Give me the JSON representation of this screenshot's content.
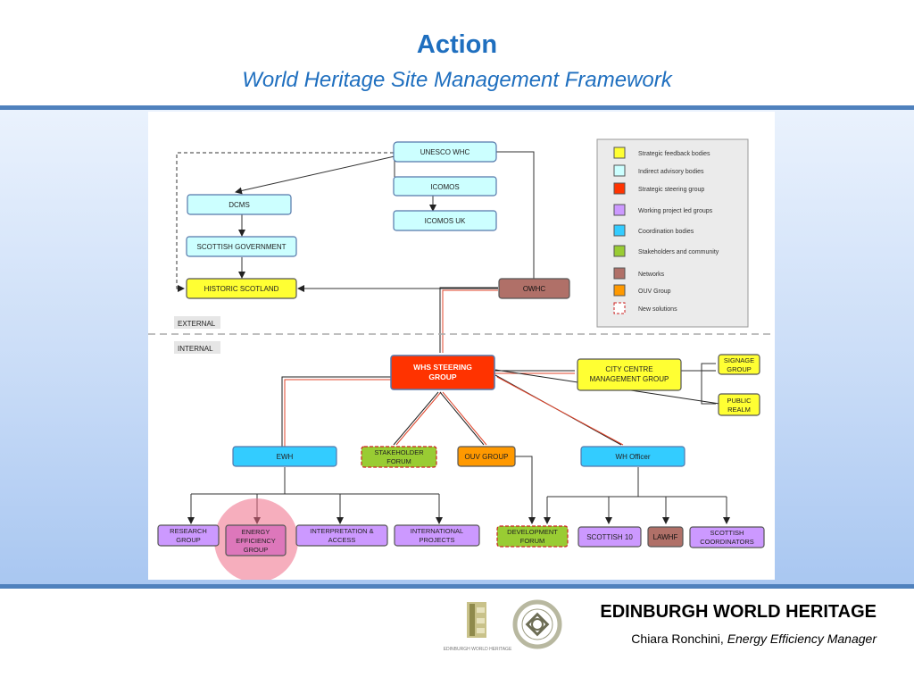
{
  "header": {
    "title": "Action",
    "subtitle": "World Heritage Site Management Framework"
  },
  "diagram": {
    "boundary_labels": {
      "external": "EXTERNAL",
      "internal": "INTERNAL"
    },
    "nodes": {
      "unesco": {
        "label": "UNESCO WHC",
        "category": "indirect-advisory"
      },
      "icomos": {
        "label": "ICOMOS",
        "category": "indirect-advisory"
      },
      "icomos_uk": {
        "label": "ICOMOS UK",
        "category": "indirect-advisory"
      },
      "dcms": {
        "label": "DCMS",
        "category": "indirect-advisory"
      },
      "scot_gov": {
        "label": "SCOTTISH GOVERNMENT",
        "category": "indirect-advisory"
      },
      "historic_scotland": {
        "label": "HISTORIC SCOTLAND",
        "category": "strategic-feedback"
      },
      "owhc": {
        "label": "OWHC",
        "category": "networks"
      },
      "steering": {
        "label_lines": [
          "WHS STEERING",
          "GROUP"
        ],
        "category": "strategic-steering"
      },
      "city_centre": {
        "label_lines": [
          "CITY CENTRE",
          "MANAGEMENT GROUP"
        ],
        "category": "strategic-feedback"
      },
      "signage": {
        "label_lines": [
          "SIGNAGE",
          "GROUP"
        ],
        "category": "strategic-feedback"
      },
      "public_realm": {
        "label_lines": [
          "PUBLIC",
          "REALM"
        ],
        "category": "strategic-feedback"
      },
      "ewh": {
        "label": "EWH",
        "category": "coordination"
      },
      "stakeholder_forum": {
        "label_lines": [
          "STAKEHOLDER",
          "FORUM"
        ],
        "category": "stakeholders"
      },
      "ouv_group": {
        "label": "OUV GROUP",
        "category": "ouv"
      },
      "wh_officer": {
        "label": "WH Officer",
        "category": "coordination"
      },
      "research": {
        "label_lines": [
          "RESEARCH",
          "GROUP"
        ],
        "category": "working-project"
      },
      "energy": {
        "label_lines": [
          "ENERGY",
          "EFFICIENCY",
          "GROUP"
        ],
        "category": "working-project"
      },
      "interpretation": {
        "label_lines": [
          "INTERPRETATION &",
          "ACCESS"
        ],
        "category": "working-project"
      },
      "international": {
        "label_lines": [
          "INTERNATIONAL",
          "PROJECTS"
        ],
        "category": "working-project"
      },
      "development_forum": {
        "label_lines": [
          "DEVELOPMENT",
          "FORUM"
        ],
        "category": "stakeholders"
      },
      "scottish10": {
        "label": "SCOTTISH 10",
        "category": "working-project"
      },
      "lawhf": {
        "label": "LAWHF",
        "category": "networks"
      },
      "scottish_coord": {
        "label_lines": [
          "SCOTTISH",
          "COORDINATORS"
        ],
        "category": "working-project"
      }
    },
    "legend": [
      {
        "label": "Strategic feedback bodies",
        "color": "#ffff33",
        "dashed": false
      },
      {
        "label": "Indirect advisory bodies",
        "color": "#ccffff",
        "dashed": false
      },
      {
        "label": "Strategic steering group",
        "color": "#ff3300",
        "dashed": false
      },
      {
        "label": "Working project led groups",
        "color": "#cc99ff",
        "dashed": false
      },
      {
        "label": "Coordination bodies",
        "color": "#33ccff",
        "dashed": false
      },
      {
        "label": "Stakeholders and community",
        "color": "#99cc33",
        "dashed": false
      },
      {
        "label": "Networks",
        "color": "#b07068",
        "dashed": false
      },
      {
        "label": "OUV Group",
        "color": "#ff9900",
        "dashed": false
      },
      {
        "label": "New solutions",
        "color": "#ffffff",
        "dashed": true
      }
    ],
    "colors": {
      "strategic-feedback": "#ffff33",
      "indirect-advisory": "#ccffff",
      "strategic-steering": "#ff3300",
      "working-project": "#cc99ff",
      "coordination": "#33ccff",
      "stakeholders": "#99cc33",
      "networks": "#b07068",
      "ouv": "#ff9900",
      "highlight": "#ef6b86"
    }
  },
  "footer": {
    "org_name": "EDINBURGH WORLD HERITAGE",
    "person": "Chiara Ronchini,",
    "role": "Energy Efficiency Manager",
    "logo_text": "EDINBURGH WORLD HERITAGE"
  }
}
